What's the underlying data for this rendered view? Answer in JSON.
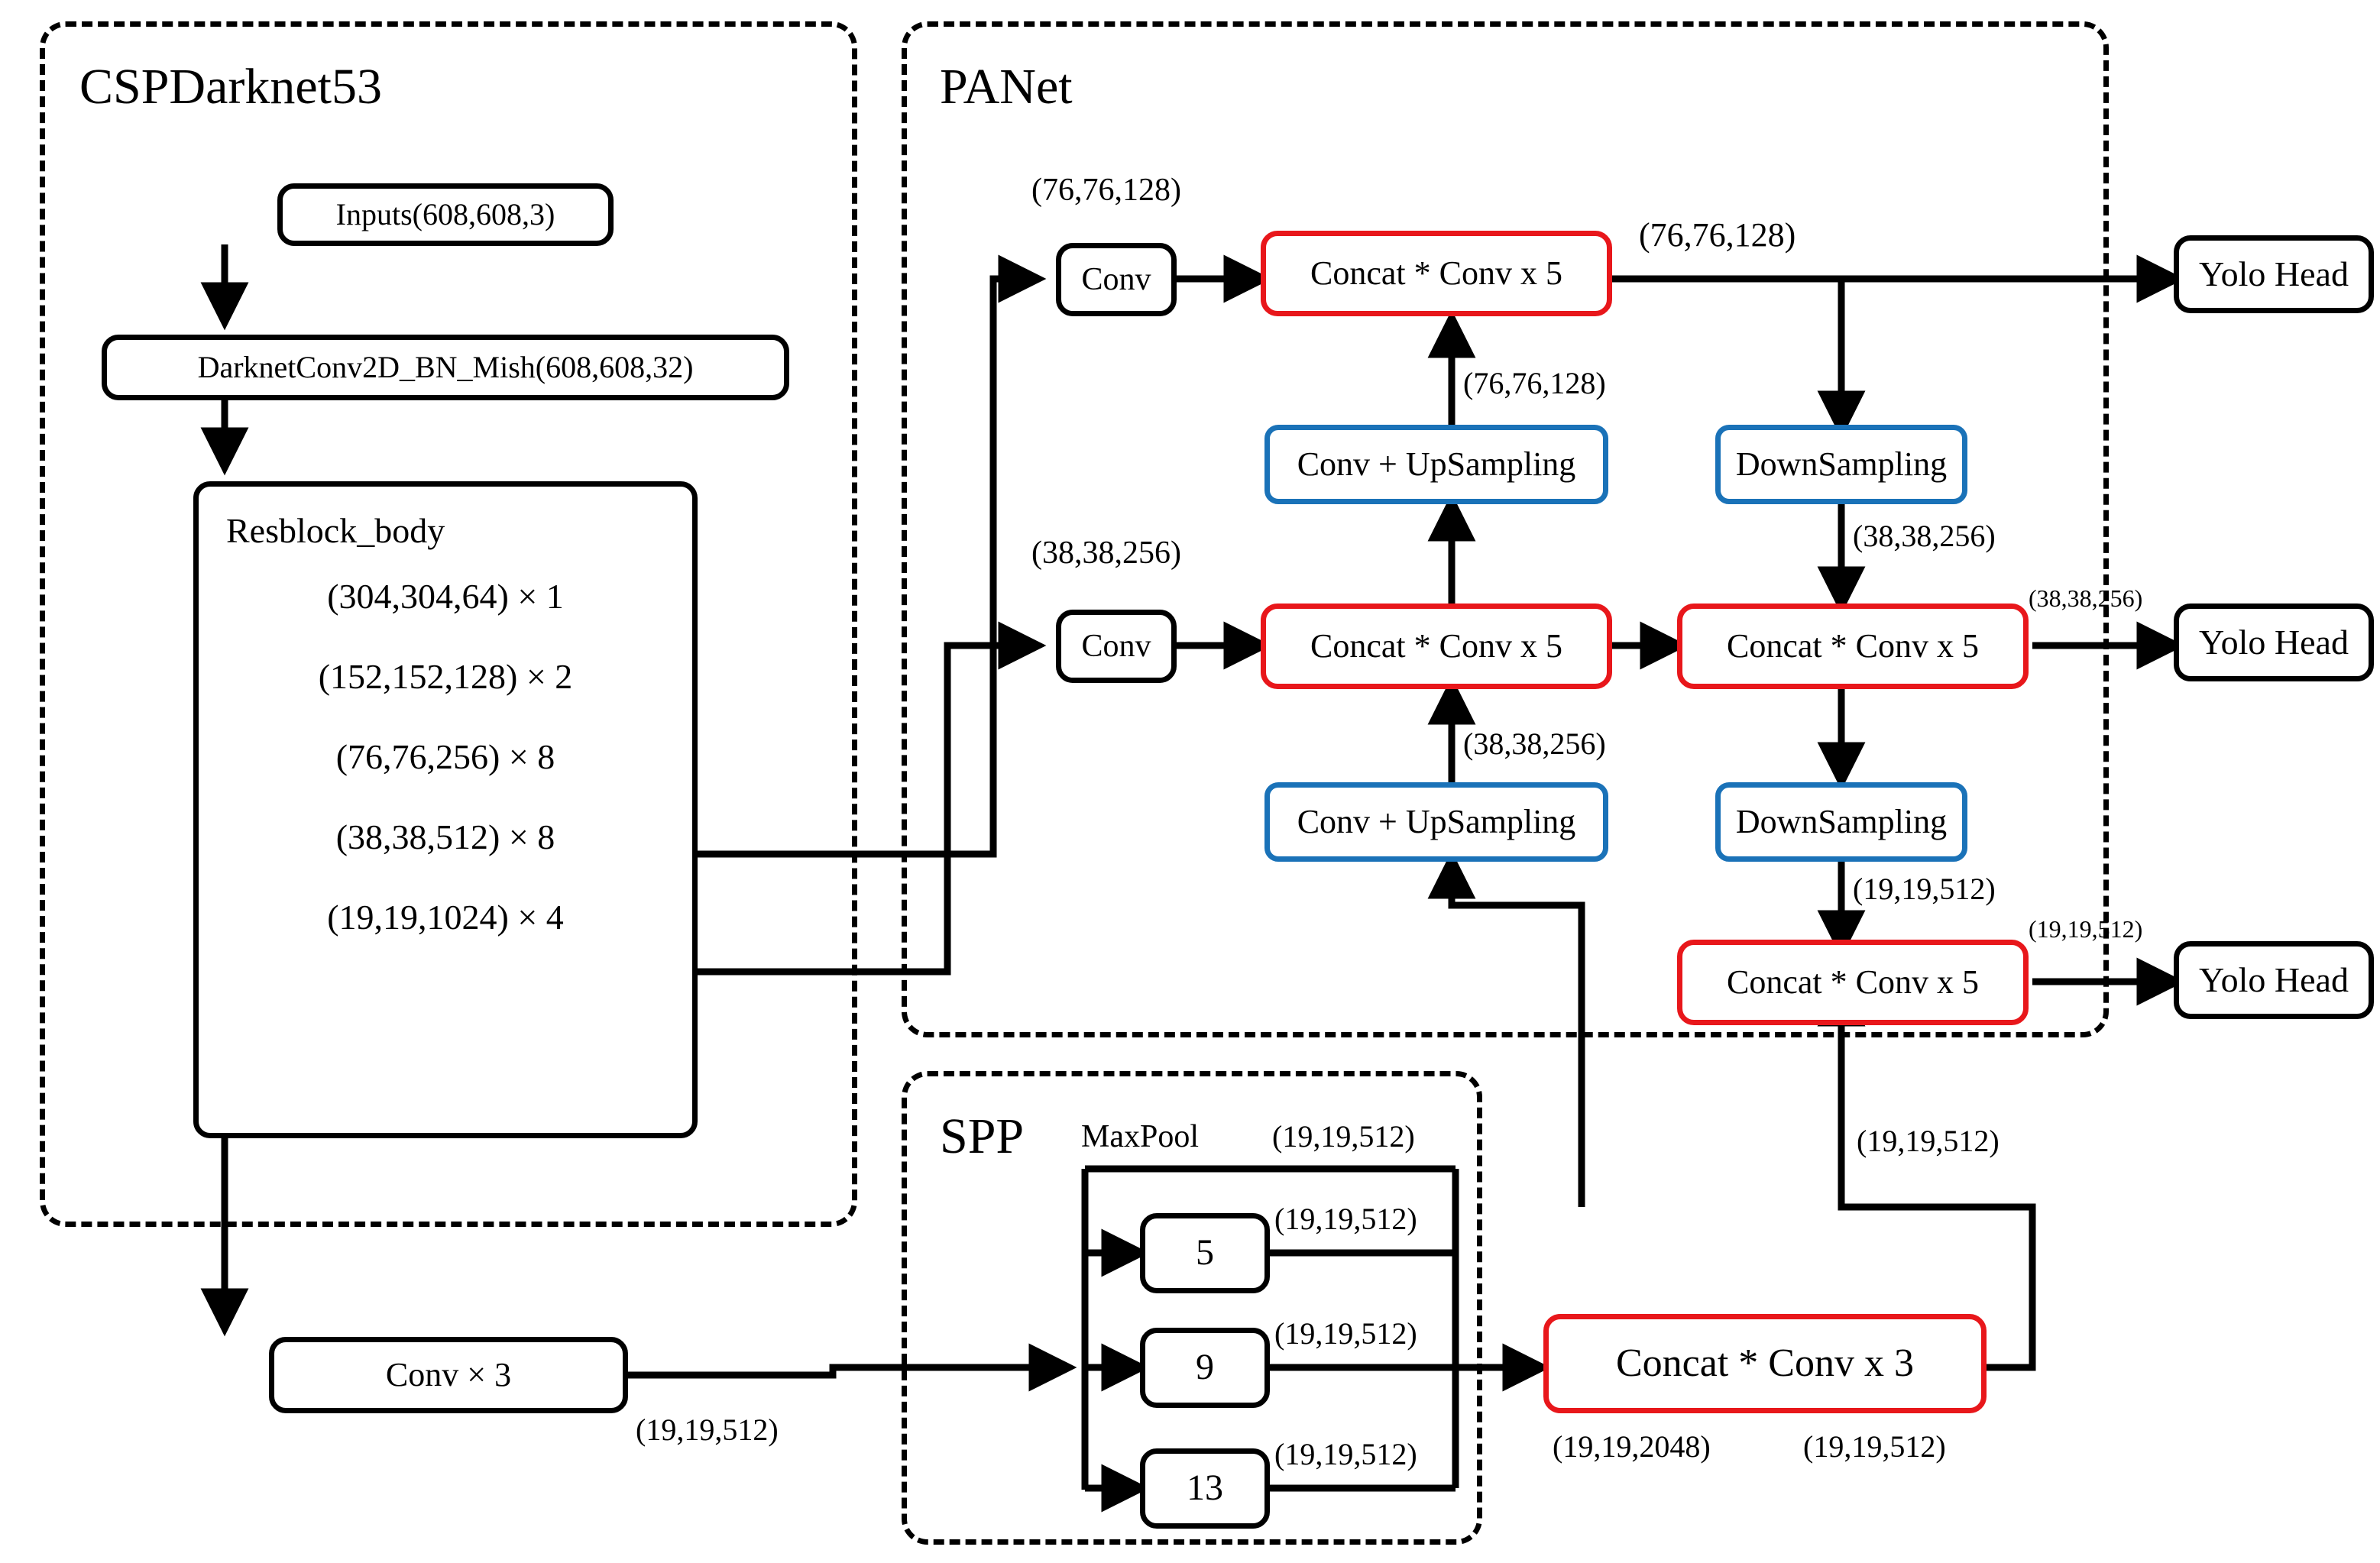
{
  "diagram": {
    "title": "YOLOv4 network architecture (CSPDarknet53 + SPP + PANet)",
    "colors": {
      "black": "#000000",
      "red": "#e8171b",
      "blue": "#1a72b8",
      "background": "#ffffff"
    }
  },
  "groups": {
    "backbone": {
      "label": "CSPDarknet53"
    },
    "neck": {
      "label": "PANet"
    },
    "spp": {
      "label": "SPP"
    }
  },
  "backbone": {
    "input": "Inputs(608,608,3)",
    "stem": "DarknetConv2D_BN_Mish(608,608,32)",
    "resblock": {
      "title": "Resblock_body",
      "stages": [
        "(304,304,64) × 1",
        "(152,152,128) × 2",
        "(76,76,256) × 8",
        "(38,38,512) × 8",
        "(19,19,1024) × 4"
      ]
    },
    "conv3": "Conv × 3",
    "conv3_out_dim": "(19,19,512)"
  },
  "spp": {
    "maxpool_label": "MaxPool",
    "top_dim": "(19,19,512)",
    "pools": [
      {
        "size": "5",
        "out_dim": "(19,19,512)"
      },
      {
        "size": "9",
        "out_dim": "(19,19,512)"
      },
      {
        "size": "13",
        "out_dim": "(19,19,512)"
      }
    ],
    "concat_conv3": "Concat * Conv x 3",
    "concat_in_dim": "(19,19,2048)",
    "concat_out_dim": "(19,19,512)"
  },
  "neck": {
    "conv_p3": "Conv",
    "conv_p3_in_dim": "(76,76,128)",
    "conv_p4": "Conv",
    "conv_p4_in_dim": "(38,38,256)",
    "concat_conv5_p3": "Concat * Conv x 5",
    "concat_conv5_p4": "Concat * Conv x 5",
    "concat_conv5_p5": "Concat * Conv x 5",
    "concat_conv5_n4": "Concat * Conv x 5",
    "concat_conv5_n5": "Concat * Conv x 5",
    "upsample_p4": "Conv + UpSampling",
    "upsample_p5": "Conv + UpSampling",
    "downsample_n4": "DownSampling",
    "downsample_n5": "DownSampling",
    "dim_p3_out": "(76,76,128)",
    "dim_up_p4": "(76,76,128)",
    "dim_up_p5": "(38,38,256)",
    "dim_down_n4": "(38,38,256)",
    "dim_down_n5": "(19,19,512)",
    "dim_spp_to_p5": "(19,19,512)",
    "dim_spp_feed": "(19,19,512)",
    "dim_head1": "(76,76,128)",
    "dim_head2": "(38,38,256)",
    "dim_head3": "(19,19,512)"
  },
  "heads": [
    {
      "label": "Yolo Head"
    },
    {
      "label": "Yolo Head"
    },
    {
      "label": "Yolo Head"
    }
  ]
}
